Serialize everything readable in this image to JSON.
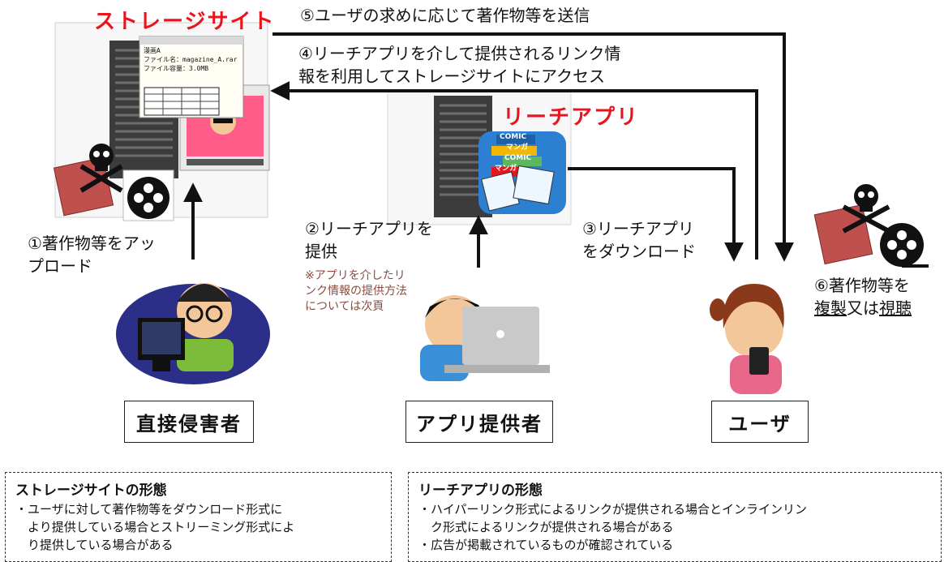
{
  "storage_site": {
    "title": "ストレージサイト",
    "window_lines": [
      "漫画A",
      "ファイル名：magazine_A.rar",
      "ファイル容量：3.0MB"
    ]
  },
  "leech_app": {
    "title": "リーチアプリ",
    "icon_labels": [
      "COMIC",
      "マンガ",
      "COMIC",
      "マンガ"
    ]
  },
  "steps": {
    "s1": "①著作物等をアッ\nプロード",
    "s2": "②リーチアプリを\n提供",
    "s2_note": "※アプリを介したリ\nンク情報の提供方法\nについては次頁",
    "s3": "③リーチアプリ\nをダウンロード",
    "s4": "④リーチアプリを介して提供されるリンク情\n報を利用してストレージサイトにアクセス",
    "s5": "⑤ユーザの求めに応じて著作物等を送信",
    "s6_prefix": "⑥著作物等を",
    "s6_copy": "複製",
    "s6_or": "又は",
    "s6_view": "視聴"
  },
  "actors": {
    "infringer": "直接侵害者",
    "provider": "アプリ提供者",
    "user": "ユーザ"
  },
  "notes": {
    "storage": {
      "title": "ストレージサイトの形態",
      "lines": [
        "・ユーザに対して著作物等をダウンロード形式に",
        "　より提供している場合とストリーミング形式によ",
        "　り提供している場合がある"
      ]
    },
    "leech": {
      "title": "リーチアプリの形態",
      "lines": [
        "・ハイパーリンク形式によるリンクが提供される場合とインラインリン",
        "　ク形式によるリンクが提供される場合がある",
        "・広告が掲載されているものが確認されている"
      ]
    }
  },
  "colors": {
    "accent_red": "#e8141e",
    "note_brown": "#8c4a3c",
    "app_blue": "#2c7fd1"
  }
}
